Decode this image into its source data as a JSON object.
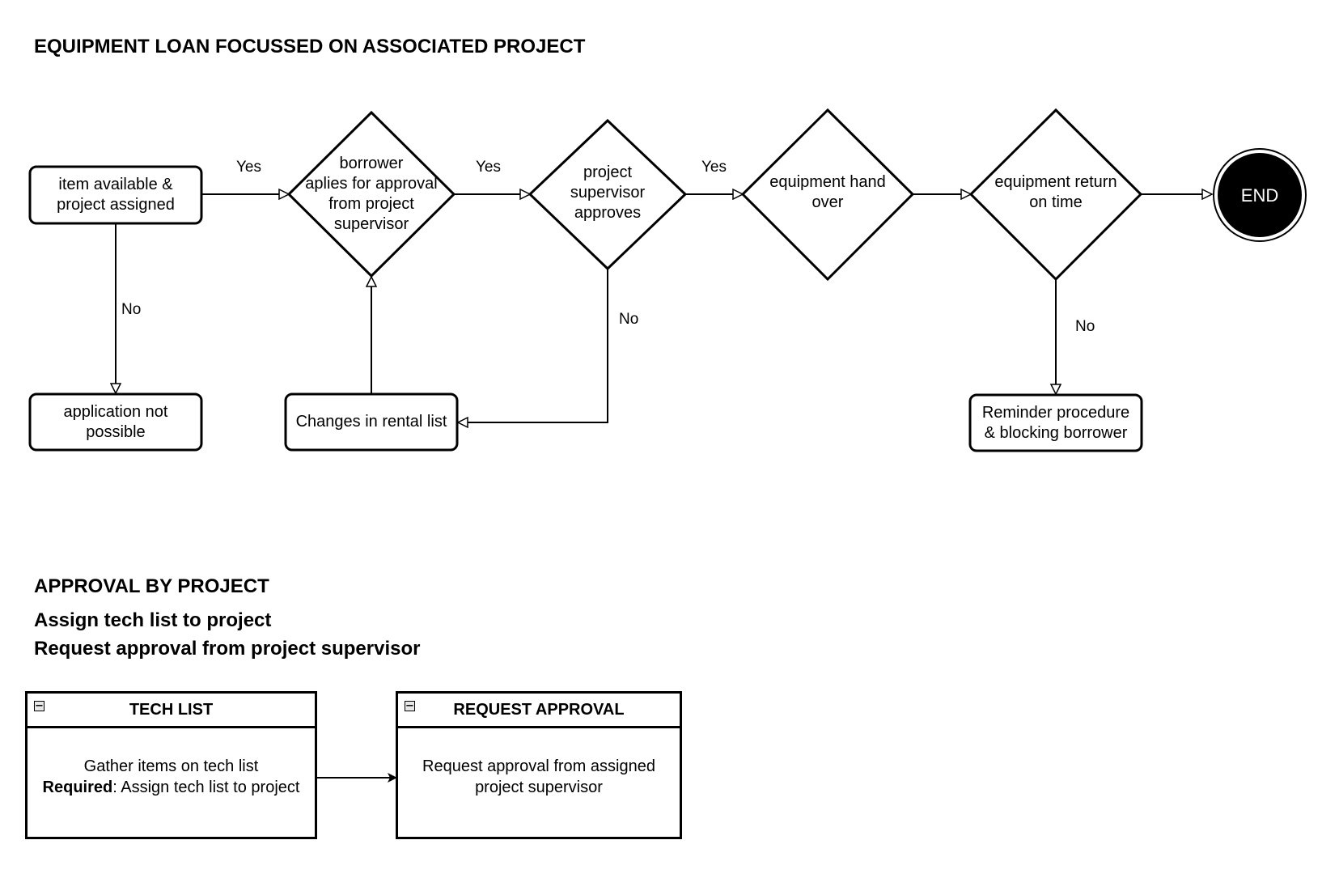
{
  "title": "EQUIPMENT LOAN FOCUSSED ON ASSOCIATED PROJECT",
  "nodes": {
    "item_available": "item available &\nproject assigned",
    "borrower_applies": "borrower\naplies for approval\nfrom project\nsupervisor",
    "supervisor_approves": "project\nsupervisor\napproves",
    "hand_over": "equipment hand\nover",
    "return_on_time": "equipment return\non time",
    "end": "END",
    "not_possible": "application not\npossible",
    "changes_rental": "Changes in rental list",
    "reminder": "Reminder procedure\n& blocking borrower"
  },
  "edges": {
    "yes_1": "Yes",
    "yes_2": "Yes",
    "yes_3": "Yes",
    "no_1": "No",
    "no_2": "No",
    "no_3": "No"
  },
  "section2": {
    "title": "APPROVAL BY PROJECT",
    "line1": "Assign tech list to project",
    "line2": "Request approval from project supervisor"
  },
  "tech_list": {
    "header": "TECH LIST",
    "toggle": "−",
    "body_line1": "Gather items on tech list",
    "body_required_label": "Required",
    "body_required_text": ": Assign tech list to project"
  },
  "request_approval": {
    "header": "REQUEST APPROVAL",
    "toggle": "−",
    "body": "Request approval from assigned\nproject supervisor"
  }
}
